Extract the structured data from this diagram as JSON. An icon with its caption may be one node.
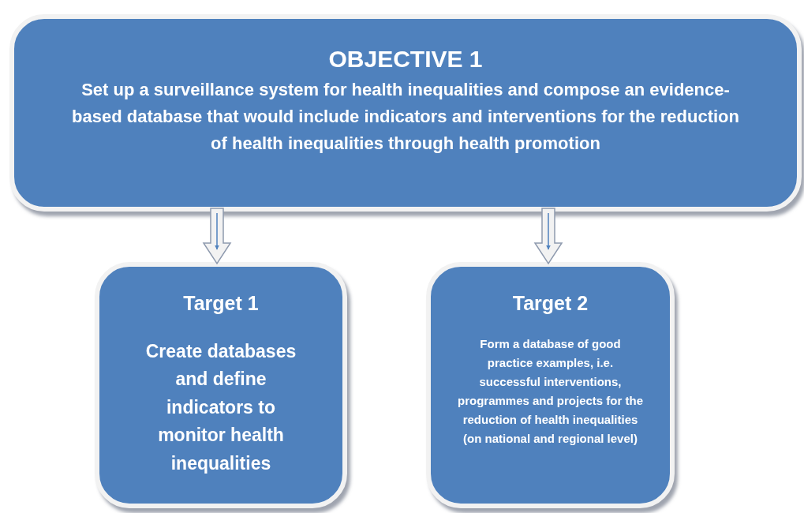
{
  "diagram": {
    "nodes": [
      {
        "text": [
          "OBJECTIVE 1",
          "Set up a surveillance system for health inequalities and compose an evidence-based database that would include indicators and interventions for the reduction of health inequalities through health promotion"
        ]
      },
      {
        "text": [
          "Target 1",
          "Create databases and define indicators to monitor health inequalities"
        ]
      },
      {
        "text": [
          "Target 2",
          "Form a database of good practice examples, i.e. successful interventions, programmes and projects for the reduction of health inequalities (on national and regional level)"
        ]
      }
    ],
    "edges": [
      {
        "from": 0,
        "to": 1,
        "arrow": "to"
      },
      {
        "from": 0,
        "to": 2,
        "arrow": "to"
      }
    ]
  }
}
